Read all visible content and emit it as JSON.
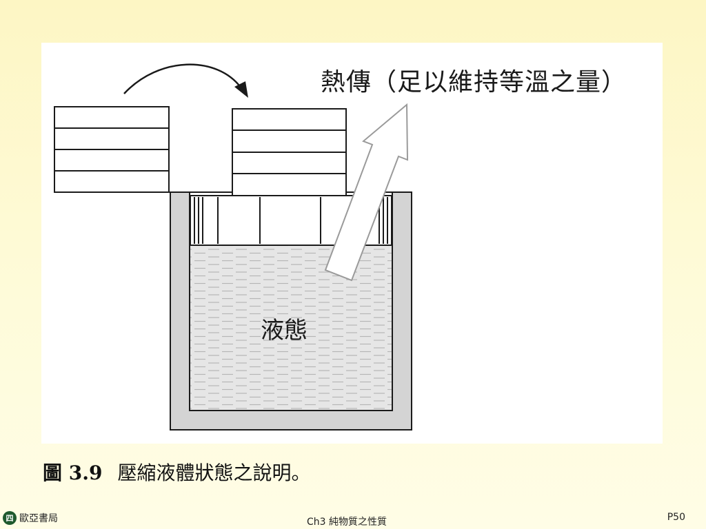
{
  "diagram": {
    "heat_label": "熱傳（足以維持等溫之量）",
    "liquid_label": "液態"
  },
  "caption": {
    "figure_number": "圖 3.9",
    "text": "壓縮液體狀態之說明。"
  },
  "footer": {
    "publisher": "歐亞書局",
    "logo_text": "四",
    "chapter": "Ch3 純物質之性質",
    "page": "P50"
  },
  "colors": {
    "liquid_fill": "#e6e6e6",
    "cylinder_wall": "#d4d4d4",
    "arrow_gray": "#9a9a9a"
  }
}
